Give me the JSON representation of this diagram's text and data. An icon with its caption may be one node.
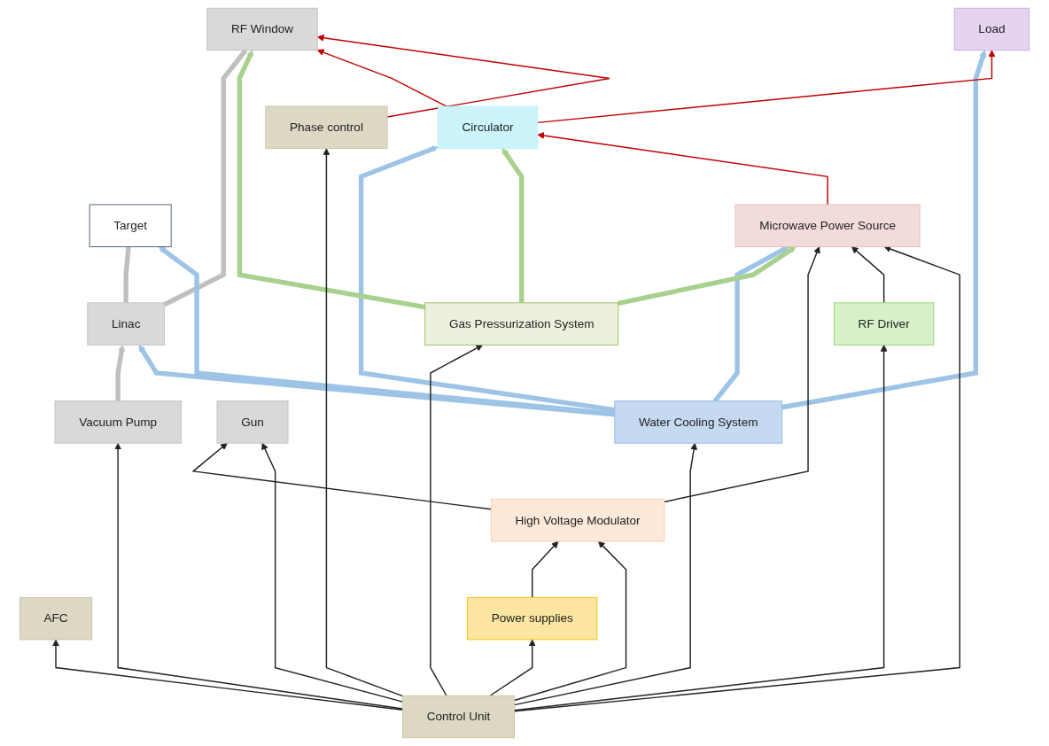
{
  "diagram": {
    "nodes": [
      {
        "text": [
          "Vacuum Pump"
        ]
      },
      {
        "text": [
          "Target"
        ]
      },
      {
        "text": [
          "Gun"
        ]
      },
      {
        "text": [
          "Linac"
        ]
      },
      {
        "text": [
          "RF Window"
        ]
      },
      {
        "text": [
          "High Voltage Modulator"
        ]
      },
      {
        "text": [
          "Phase control"
        ]
      },
      {
        "text": [
          "Water Cooling System"
        ]
      },
      {
        "text": [
          "AFC"
        ]
      },
      {
        "text": [
          "Gas Pressurization System"
        ]
      },
      {
        "text": [
          "Circulator"
        ]
      },
      {
        "text": [
          "Load"
        ]
      },
      {
        "text": [
          "Microwave Power Source"
        ]
      },
      {
        "text": [
          "RF Driver"
        ]
      },
      {
        "text": [
          "Power supplies"
        ]
      },
      {
        "text": [
          "Control Unit"
        ]
      }
    ],
    "edges": [
      {
        "from": 0,
        "to": 3,
        "arrow": "to",
        "style": "thick",
        "color": "#bfbfbf"
      },
      {
        "from": 3,
        "to": 4,
        "arrow": "none",
        "style": "thick",
        "color": "#bfbfbf"
      },
      {
        "from": 3,
        "to": 1,
        "arrow": "none",
        "style": "thick",
        "color": "#bfbfbf"
      },
      {
        "from": 7,
        "to": 3,
        "arrow": "to",
        "style": "thick",
        "color": "#9dc3e6"
      },
      {
        "from": 7,
        "to": 1,
        "arrow": "to",
        "style": "thick",
        "color": "#9dc3e6"
      },
      {
        "from": 7,
        "to": 10,
        "arrow": "to",
        "style": "thick",
        "color": "#9dc3e6"
      },
      {
        "from": 7,
        "to": 11,
        "arrow": "to",
        "style": "thick",
        "color": "#9dc3e6"
      },
      {
        "from": 7,
        "to": 12,
        "arrow": "to",
        "style": "thick",
        "color": "#9dc3e6"
      },
      {
        "from": 9,
        "to": 4,
        "arrow": "to",
        "style": "thick",
        "color": "#a9d18e"
      },
      {
        "from": 9,
        "to": 10,
        "arrow": "to",
        "style": "thick",
        "color": "#a9d18e"
      },
      {
        "from": 9,
        "to": 12,
        "arrow": "to",
        "style": "thick",
        "color": "#a9d18e"
      },
      {
        "from": 10,
        "to": 4,
        "arrow": "to",
        "color": "#c00000"
      },
      {
        "from": 6,
        "to": 4,
        "arrow": "to",
        "color": "#c00000"
      },
      {
        "from": 10,
        "to": 11,
        "arrow": "to",
        "color": "#c00000"
      },
      {
        "from": 12,
        "to": 10,
        "arrow": "to",
        "color": "#c00000"
      },
      {
        "from": 5,
        "to": 2,
        "arrow": "to"
      },
      {
        "from": 14,
        "to": 5,
        "arrow": "to"
      },
      {
        "from": 5,
        "to": 12,
        "arrow": "to"
      },
      {
        "from": 13,
        "to": 12,
        "arrow": "to"
      },
      {
        "from": 15,
        "to": 0,
        "arrow": "to"
      },
      {
        "from": 15,
        "to": 2,
        "arrow": "to"
      },
      {
        "from": 15,
        "to": 5,
        "arrow": "to"
      },
      {
        "from": 15,
        "to": 14,
        "arrow": "to"
      },
      {
        "from": 15,
        "to": 13,
        "arrow": "to"
      },
      {
        "from": 15,
        "to": 8,
        "arrow": "to"
      },
      {
        "from": 15,
        "to": 6,
        "arrow": "to"
      },
      {
        "from": 15,
        "to": 12,
        "arrow": "to"
      },
      {
        "from": 15,
        "to": 9,
        "arrow": "to"
      },
      {
        "from": 15,
        "to": 7,
        "arrow": "to"
      }
    ]
  }
}
